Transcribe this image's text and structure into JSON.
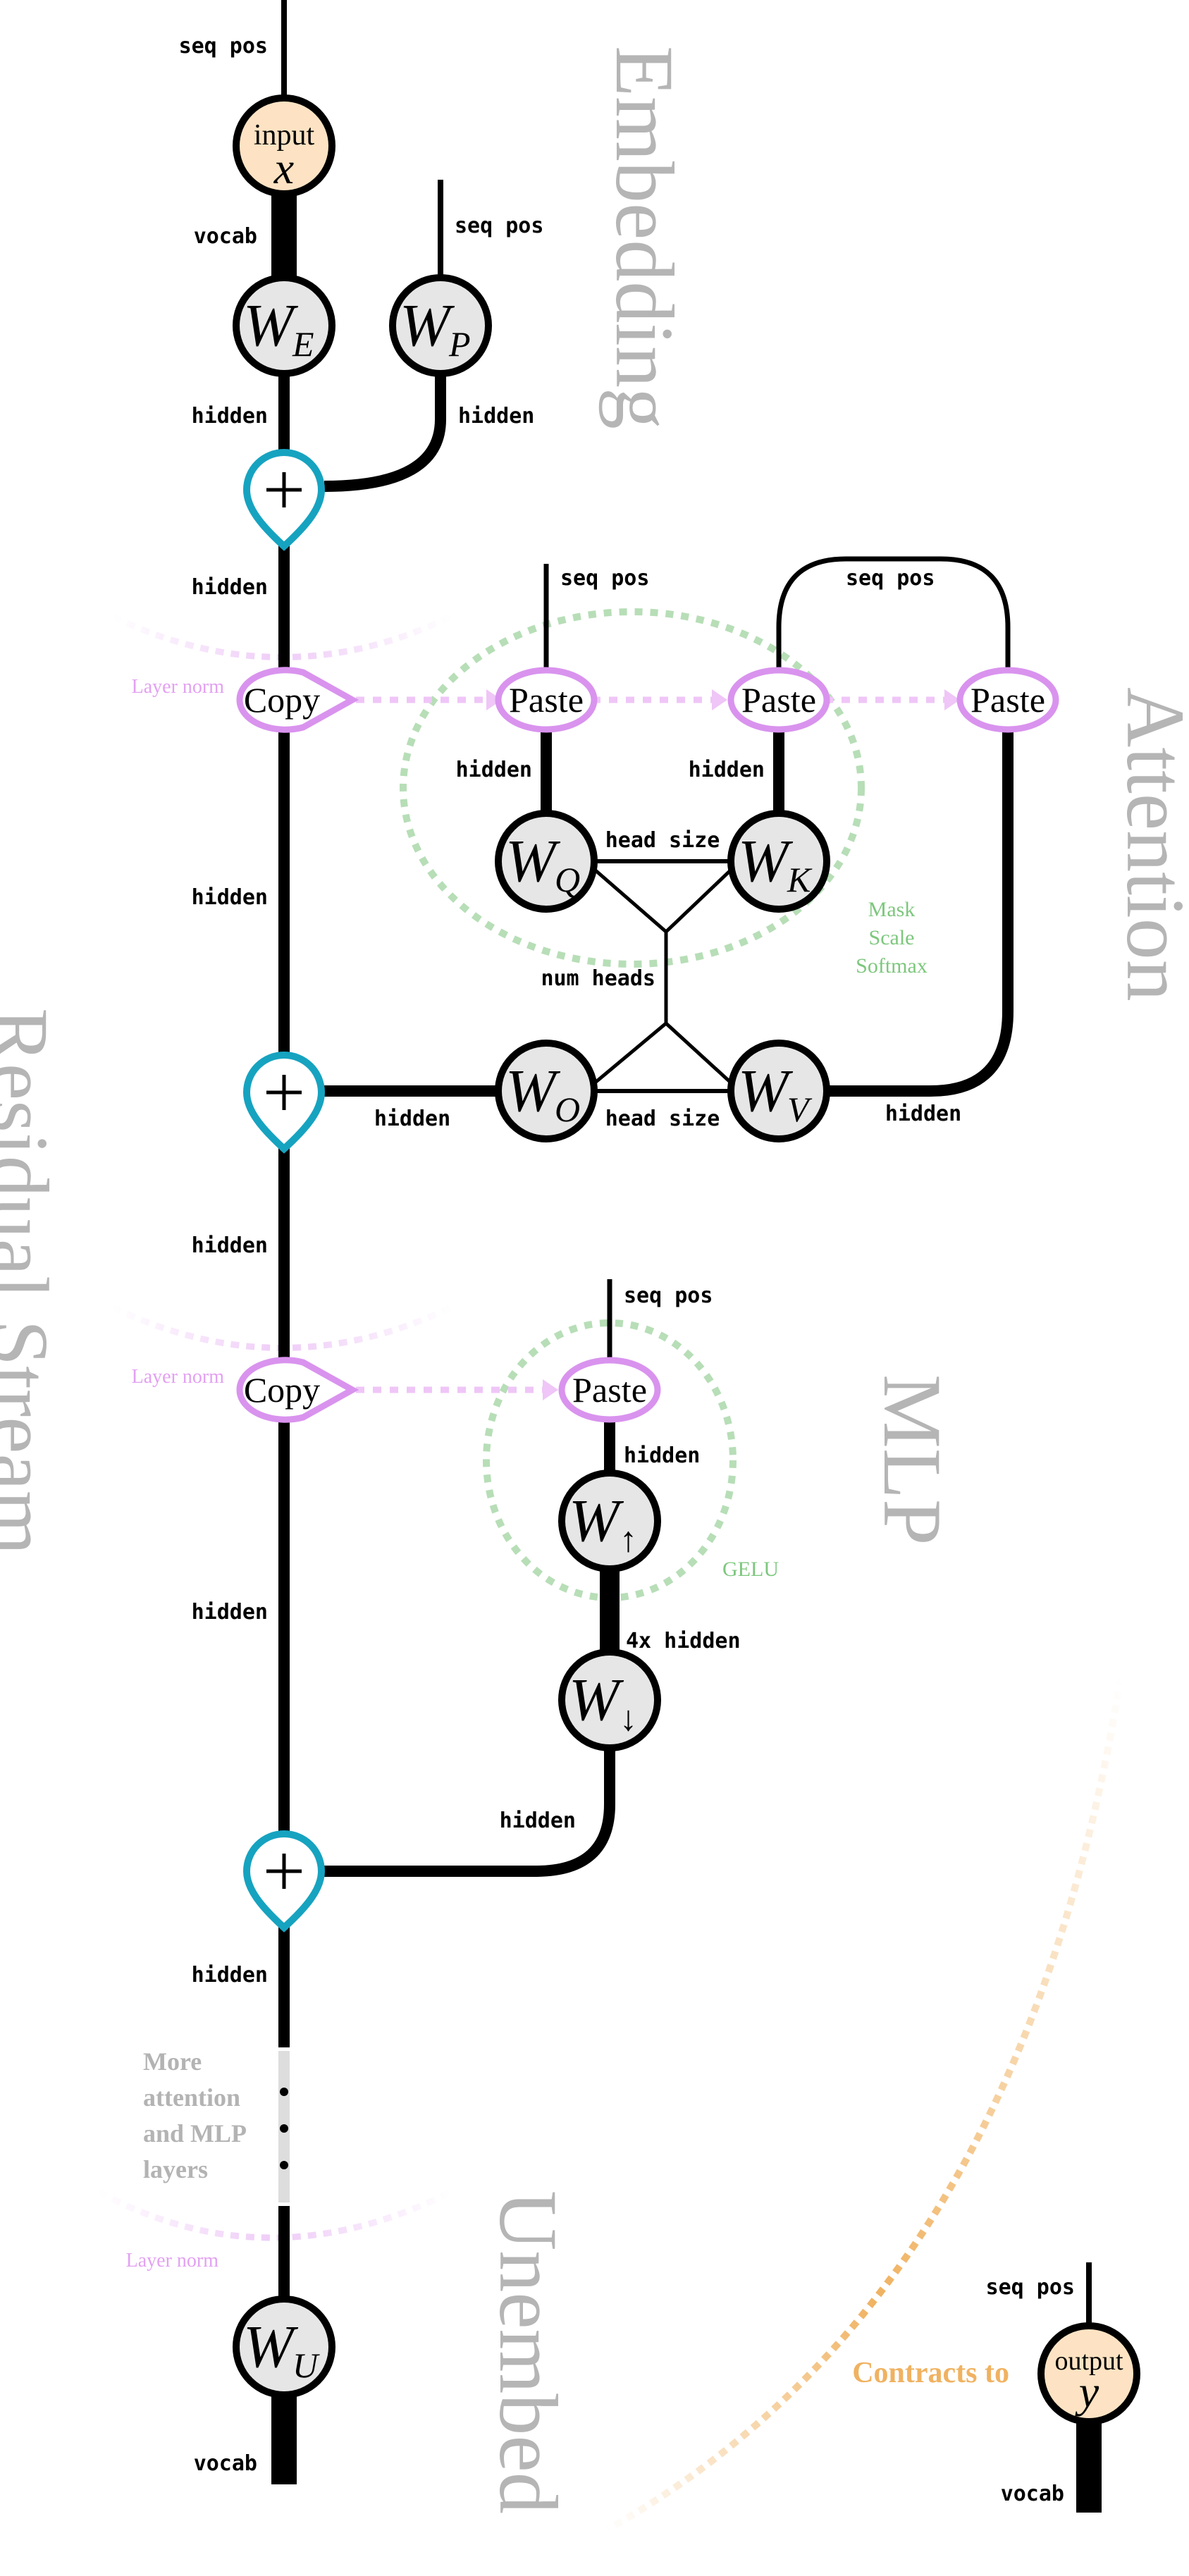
{
  "sections": {
    "embedding": "Embedding",
    "attention": "Attention",
    "mlp": "MLP",
    "residual_stream": "Residual Stream",
    "unembed": "Unembed"
  },
  "nodes": {
    "input_top": "input",
    "input_var": "x",
    "output_top": "output",
    "output_var": "y",
    "w_symbol": "W",
    "we_sub": "E",
    "wp_sub": "P",
    "wq_sub": "Q",
    "wk_sub": "K",
    "wo_sub": "O",
    "wv_sub": "V",
    "wup_sub": "↑",
    "wdown_sub": "↓",
    "wu_sub": "U",
    "plus": "+",
    "copy": "Copy",
    "paste": "Paste"
  },
  "edge_labels": {
    "seq_pos": "seq pos",
    "vocab": "vocab",
    "hidden": "hidden",
    "head_size": "head size",
    "num_heads": "num heads",
    "four_x_hidden": "4x hidden"
  },
  "annotations": {
    "layer_norm": "Layer norm",
    "mask": "Mask",
    "scale": "Scale",
    "softmax": "Softmax",
    "gelu": "GELU",
    "more_1": "More",
    "more_2": "attention",
    "more_3": "and MLP",
    "more_4": "layers",
    "contracts_to": "Contracts to"
  },
  "colors": {
    "node_fill": "#e6e6e6",
    "input_fill": "#fde3c3",
    "add_stroke": "#16a3c0",
    "copy_stroke": "#d993ee",
    "layer_norm_text": "#e3a1f2",
    "green": "#7dc77d",
    "section_gray": "#b5b5b5",
    "more_gray": "#b3b3b3",
    "orange": "#f0b261"
  }
}
